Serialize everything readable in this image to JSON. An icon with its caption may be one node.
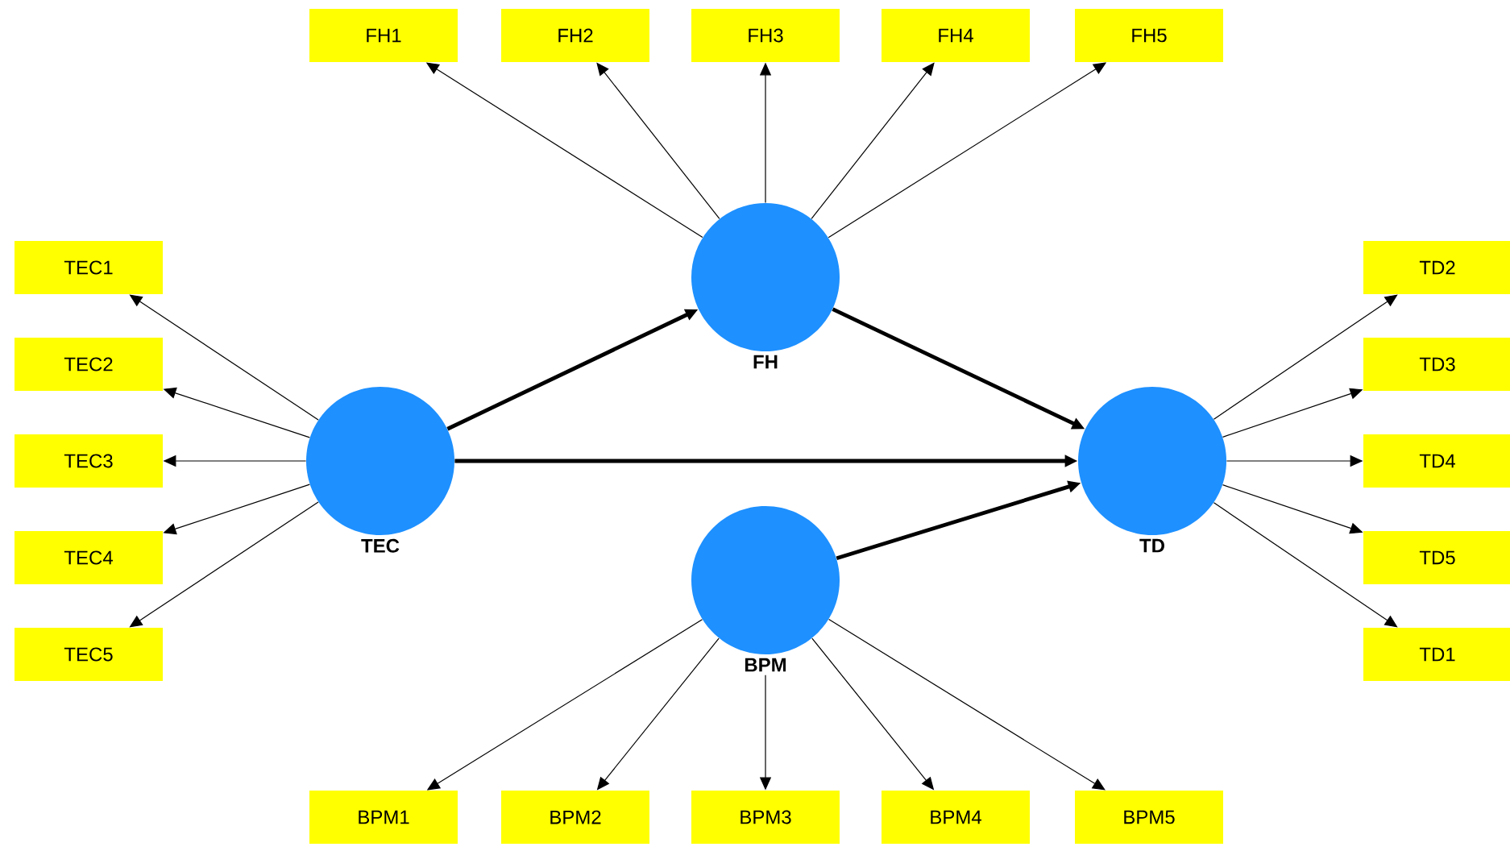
{
  "diagram": {
    "nodes": [
      {
        "text": [
          "FH"
        ]
      },
      {
        "text": [
          "TEC"
        ]
      },
      {
        "text": [
          "TD"
        ]
      },
      {
        "text": [
          "BPM"
        ]
      },
      {
        "text": [
          "FH1"
        ]
      },
      {
        "text": [
          "FH2"
        ]
      },
      {
        "text": [
          "FH3"
        ]
      },
      {
        "text": [
          "FH4"
        ]
      },
      {
        "text": [
          "FH5"
        ]
      },
      {
        "text": [
          "TEC1"
        ]
      },
      {
        "text": [
          "TEC2"
        ]
      },
      {
        "text": [
          "TEC3"
        ]
      },
      {
        "text": [
          "TEC4"
        ]
      },
      {
        "text": [
          "TEC5"
        ]
      },
      {
        "text": [
          "TD2"
        ]
      },
      {
        "text": [
          "TD3"
        ]
      },
      {
        "text": [
          "TD4"
        ]
      },
      {
        "text": [
          "TD5"
        ]
      },
      {
        "text": [
          "TD1"
        ]
      },
      {
        "text": [
          "BPM1"
        ]
      },
      {
        "text": [
          "BPM2"
        ]
      },
      {
        "text": [
          "BPM3"
        ]
      },
      {
        "text": [
          "BPM4"
        ]
      },
      {
        "text": [
          "BPM5"
        ]
      }
    ],
    "edges": [
      {
        "from": 1,
        "to": 0,
        "arrow": "to",
        "style": "thick"
      },
      {
        "from": 0,
        "to": 2,
        "arrow": "to",
        "style": "thick"
      },
      {
        "from": 1,
        "to": 2,
        "arrow": "to",
        "style": "thick"
      },
      {
        "from": 3,
        "to": 2,
        "arrow": "to",
        "style": "thick"
      },
      {
        "from": 0,
        "to": 4,
        "arrow": "to"
      },
      {
        "from": 0,
        "to": 5,
        "arrow": "to"
      },
      {
        "from": 0,
        "to": 6,
        "arrow": "to"
      },
      {
        "from": 0,
        "to": 7,
        "arrow": "to"
      },
      {
        "from": 0,
        "to": 8,
        "arrow": "to"
      },
      {
        "from": 1,
        "to": 9,
        "arrow": "to"
      },
      {
        "from": 1,
        "to": 10,
        "arrow": "to"
      },
      {
        "from": 1,
        "to": 11,
        "arrow": "to"
      },
      {
        "from": 1,
        "to": 12,
        "arrow": "to"
      },
      {
        "from": 1,
        "to": 13,
        "arrow": "to"
      },
      {
        "from": 2,
        "to": 14,
        "arrow": "to"
      },
      {
        "from": 2,
        "to": 15,
        "arrow": "to"
      },
      {
        "from": 2,
        "to": 16,
        "arrow": "to"
      },
      {
        "from": 2,
        "to": 17,
        "arrow": "to"
      },
      {
        "from": 2,
        "to": 18,
        "arrow": "to"
      },
      {
        "from": 3,
        "to": 19,
        "arrow": "to"
      },
      {
        "from": 3,
        "to": 20,
        "arrow": "to"
      },
      {
        "from": 3,
        "to": 21,
        "arrow": "to"
      },
      {
        "from": 3,
        "to": 22,
        "arrow": "to"
      },
      {
        "from": 3,
        "to": 23,
        "arrow": "to"
      }
    ]
  }
}
